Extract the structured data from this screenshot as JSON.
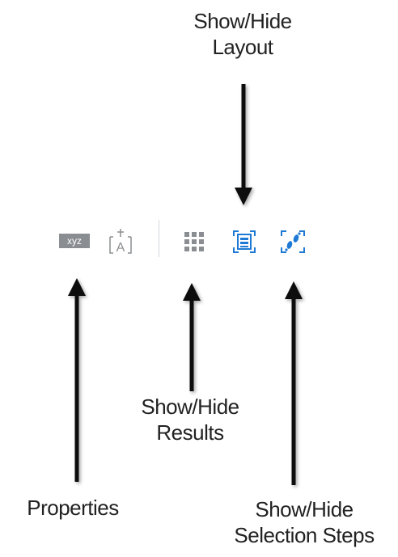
{
  "labels": {
    "layout": [
      "Show/Hide",
      "Layout"
    ],
    "results": [
      "Show/Hide",
      "Results"
    ],
    "properties": "Properties",
    "selection_steps": [
      "Show/Hide",
      "Selection Steps"
    ]
  },
  "toolbar": {
    "properties_text": "xyz",
    "text_icon_letter": "A",
    "buttons": [
      {
        "name": "properties",
        "icon": "xyz-icon",
        "color": "#8a8d91"
      },
      {
        "name": "text",
        "icon": "text-a-icon",
        "color": "#8a8d91"
      },
      {
        "name": "results",
        "icon": "grid-icon",
        "color": "#8a8d91"
      },
      {
        "name": "layout",
        "icon": "layout-icon",
        "color": "#1f7ad6"
      },
      {
        "name": "selection-steps",
        "icon": "steps-icon",
        "color": "#1f7ad6"
      }
    ]
  },
  "colors": {
    "arrow": "#111111",
    "active": "#1f7ad6",
    "inactive": "#8a8d91"
  }
}
